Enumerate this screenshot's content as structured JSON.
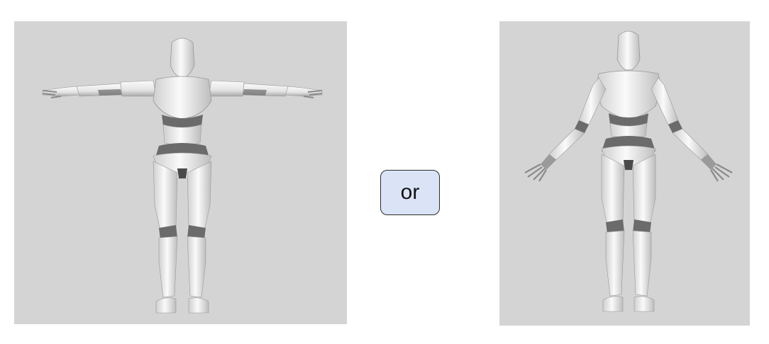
{
  "options": {
    "left": {
      "pose": "T-pose"
    },
    "right": {
      "pose": "A-pose"
    }
  },
  "separator": {
    "label": "or"
  },
  "colors": {
    "panel_background": "#d4d4d4",
    "mannequin_light": "#f2f2f2",
    "mannequin_shadow": "#6b6b6b",
    "separator_fill": "#dbe4f7",
    "separator_border": "#2b2b2b"
  }
}
